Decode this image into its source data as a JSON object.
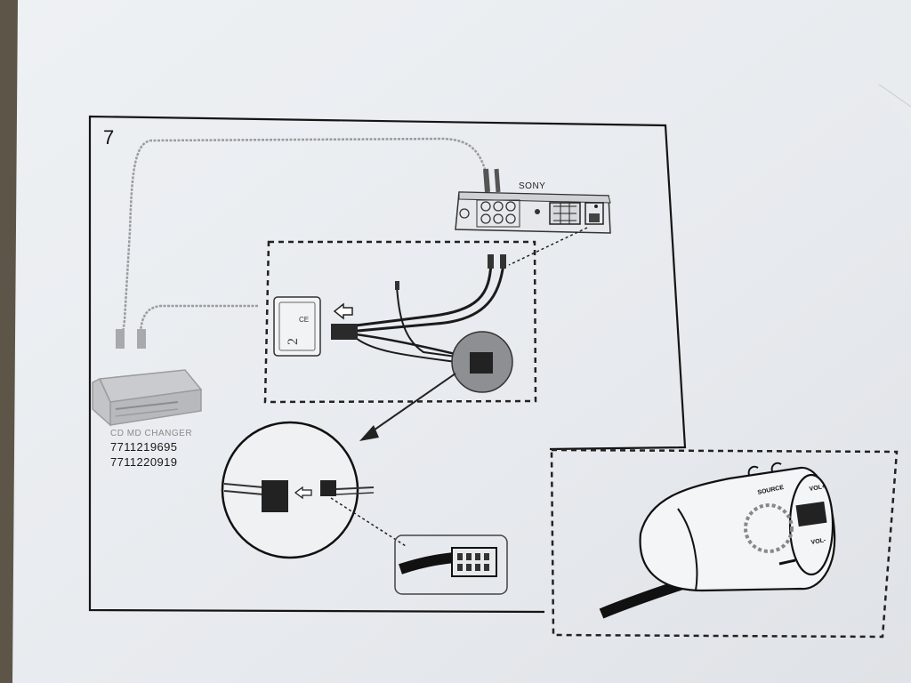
{
  "document": {
    "step_number": "7",
    "radio_brand": "SONY",
    "device_caption": "CD MD CHANGER",
    "part_numbers": [
      "7711219695",
      "7711220919"
    ],
    "stalk_labels": {
      "source": "SOURCE",
      "volume_up": "VOL+",
      "volume_down": "VOL-"
    }
  }
}
